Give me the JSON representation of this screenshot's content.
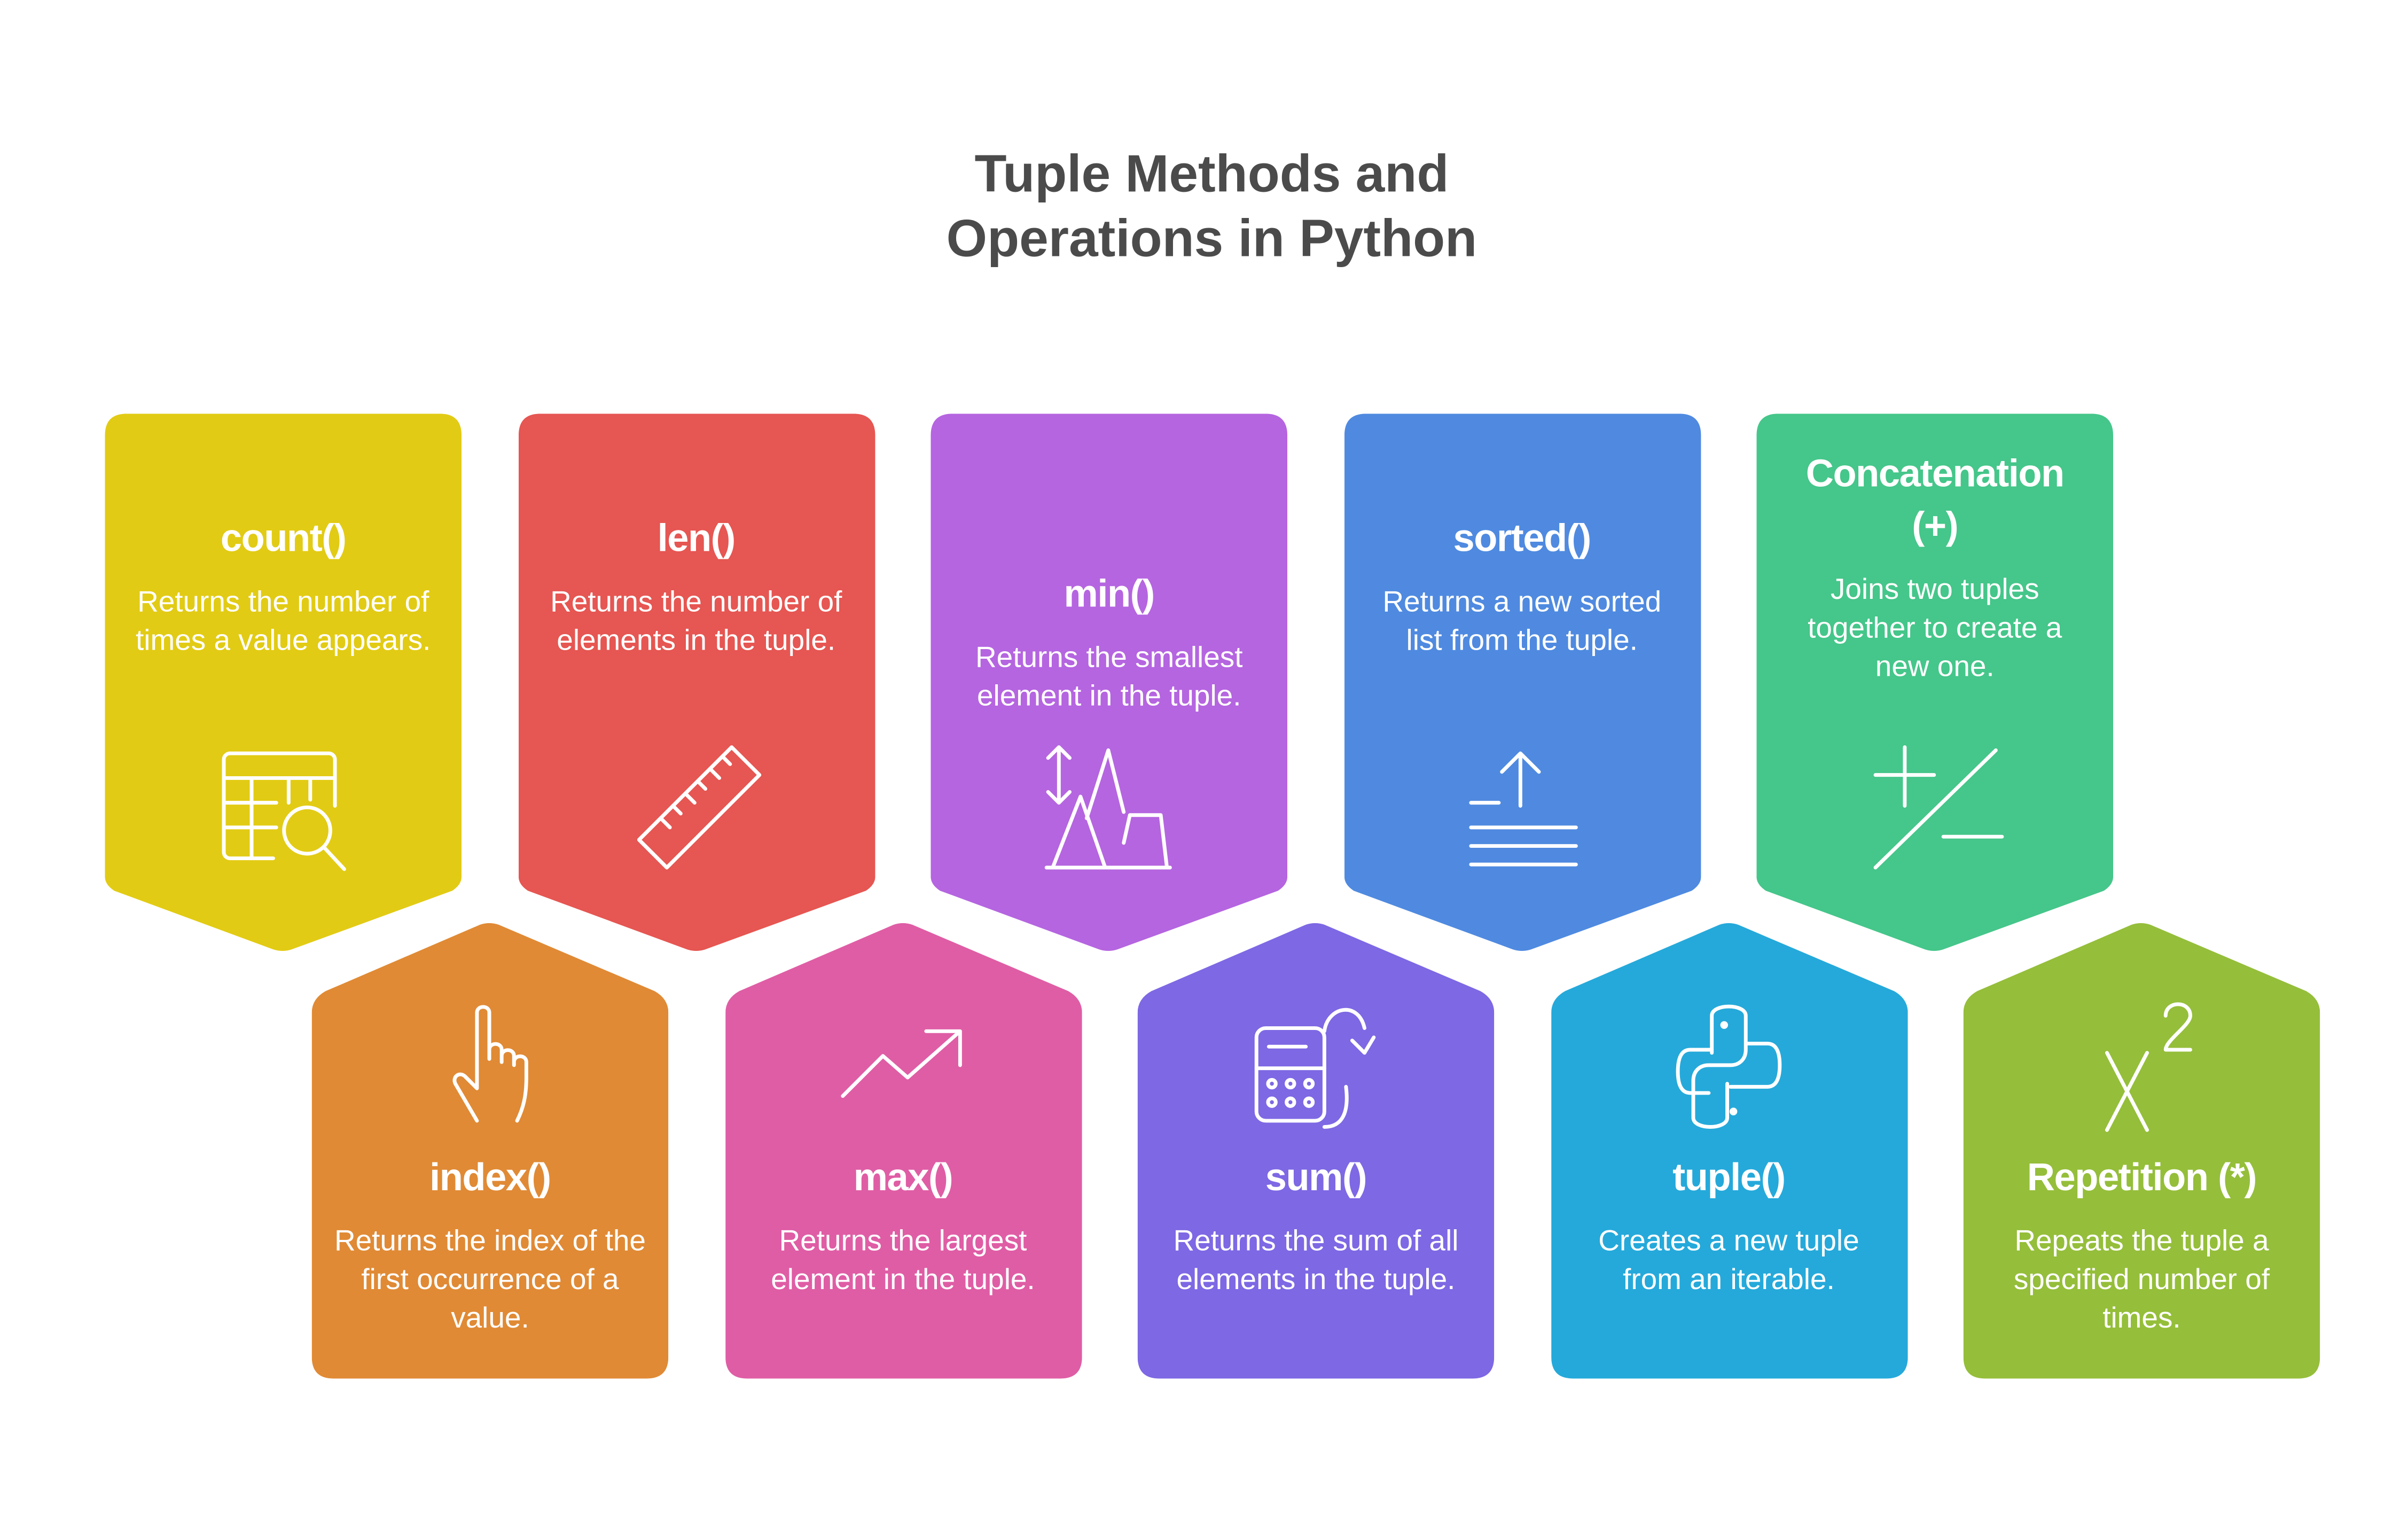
{
  "title": {
    "line1": "Tuple Methods and",
    "line2": "Operations in Python"
  },
  "cards": [
    {
      "name": "count",
      "title": "count()",
      "desc": "Returns the number of times a value appears.",
      "color": "#E2CB14",
      "row": "top",
      "icon": "table-search-icon"
    },
    {
      "name": "len",
      "title": "len()",
      "desc": "Returns the number of elements in the tuple.",
      "color": "#E65652",
      "row": "top",
      "icon": "ruler-icon"
    },
    {
      "name": "min",
      "title": "min()",
      "desc": "Returns the smallest element in the tuple.",
      "color": "#B565E0",
      "row": "top",
      "icon": "mountains-arrow-icon"
    },
    {
      "name": "sorted",
      "title": "sorted()",
      "desc": "Returns a new sorted list from the tuple.",
      "color": "#4F8AE0",
      "row": "top",
      "icon": "sort-upload-icon"
    },
    {
      "name": "concatenation",
      "title": "Concatenation (+)",
      "desc": "Joins two tuples together to create a new one.",
      "color": "#45C68A",
      "row": "top",
      "icon": "plus-minus-icon"
    },
    {
      "name": "index",
      "title": "index()",
      "desc": "Returns the index of the first occurrence of a value.",
      "color": "#E08A35",
      "row": "bottom",
      "icon": "pointing-hand-icon"
    },
    {
      "name": "max",
      "title": "max()",
      "desc": "Returns the largest element in the tuple.",
      "color": "#DF5DA5",
      "row": "bottom",
      "icon": "trending-up-icon"
    },
    {
      "name": "sum",
      "title": "sum()",
      "desc": "Returns the sum of all elements in the tuple.",
      "color": "#7E68E4",
      "row": "bottom",
      "icon": "calculator-cycle-icon"
    },
    {
      "name": "tuple",
      "title": "tuple()",
      "desc": "Creates a new tuple from an iterable.",
      "color": "#25A9DA",
      "row": "bottom",
      "icon": "python-logo-icon"
    },
    {
      "name": "repetition",
      "title": "Repetition (*)",
      "desc": "Repeats the tuple a specified number of times.",
      "color": "#95BE3A",
      "row": "bottom",
      "icon": "x-squared-icon"
    }
  ]
}
